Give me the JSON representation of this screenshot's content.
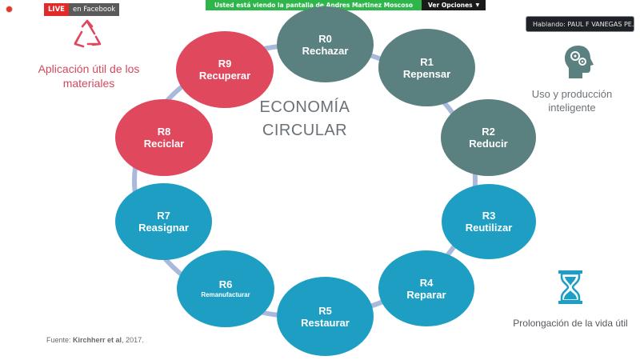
{
  "overlay": {
    "live_label": "LIVE",
    "live_platform": "en Facebook",
    "share_notice": "Usted está viendo la pantalla de Andres Martinez Moscoso",
    "view_options": "Ver Opciones",
    "speaking": "Hablando: PAUL F VANEGAS PE..."
  },
  "slide": {
    "center_title_line1": "ECONOMÍA",
    "center_title_line2": "CIRCULAR",
    "left_text": "Aplicación útil de los materiales",
    "right_text": "Uso y producción inteligente",
    "bottom_right_text": "Prolongación de la vida útil",
    "source_prefix": "Fuente: ",
    "source_author": "Kirchherr et al",
    "source_year": ", 2017.",
    "nodes": [
      {
        "code": "R0",
        "label": "Rechazar"
      },
      {
        "code": "R1",
        "label": "Repensar"
      },
      {
        "code": "R2",
        "label": "Reducir"
      },
      {
        "code": "R3",
        "label": "Reutilizar"
      },
      {
        "code": "R4",
        "label": "Reparar"
      },
      {
        "code": "R5",
        "label": "Restaurar"
      },
      {
        "code": "R6",
        "label": "Remanufacturar"
      },
      {
        "code": "R7",
        "label": "Reasignar"
      },
      {
        "code": "R8",
        "label": "Reciclar"
      },
      {
        "code": "R9",
        "label": "Recuperar"
      }
    ]
  },
  "colors": {
    "grey_group": "#5b8080",
    "red_group": "#e0485e",
    "blue_group": "#1f9ec4",
    "connector": "#a9b9dc"
  },
  "icons": {
    "top_left": "recycle-icon",
    "top_right": "head-gears-icon",
    "bottom_right": "hourglass-icon"
  }
}
